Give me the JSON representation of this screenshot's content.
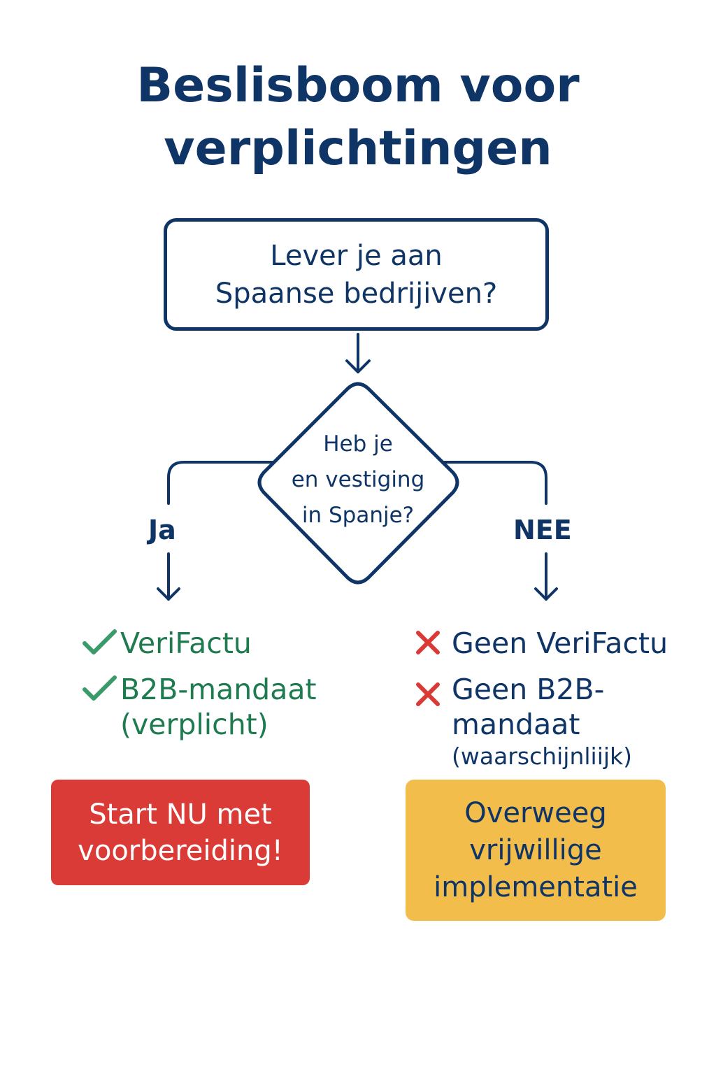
{
  "title": {
    "line1": "Beslisboom voor",
    "line2": "verplichtingen"
  },
  "question": {
    "line1": "Lever je aan",
    "line2": "Spaanse bedrijiven?"
  },
  "decision": {
    "line1": "Heb je",
    "line2": "en vestiging",
    "line3": "in Spanje?"
  },
  "branches": {
    "yes_label": "Ja",
    "no_label": "NEE"
  },
  "yes_results": {
    "item1": "VeriFactu",
    "item2_line1": "B2B-mandaat",
    "item2_line2": "(verplicht)",
    "icon": "check-icon"
  },
  "no_results": {
    "item1": "Geen VeriFactu",
    "item2_line1": "Geen B2B-",
    "item2_line2": "mandaat",
    "item2_line3": "(waarschijnliijk)",
    "icon": "cross-icon"
  },
  "actions": {
    "yes_line1": "Start NU met",
    "yes_line2": "voorbereiding!",
    "no_line1": "Overweeg",
    "no_line2": "vrijwillige",
    "no_line3": "implementatie"
  },
  "colors": {
    "navy": "#0f3466",
    "green": "#1e7a4f",
    "check": "#3b9a6a",
    "cross": "#d93a36",
    "red_box": "#da3b37",
    "yellow_box": "#f3bd4b"
  }
}
